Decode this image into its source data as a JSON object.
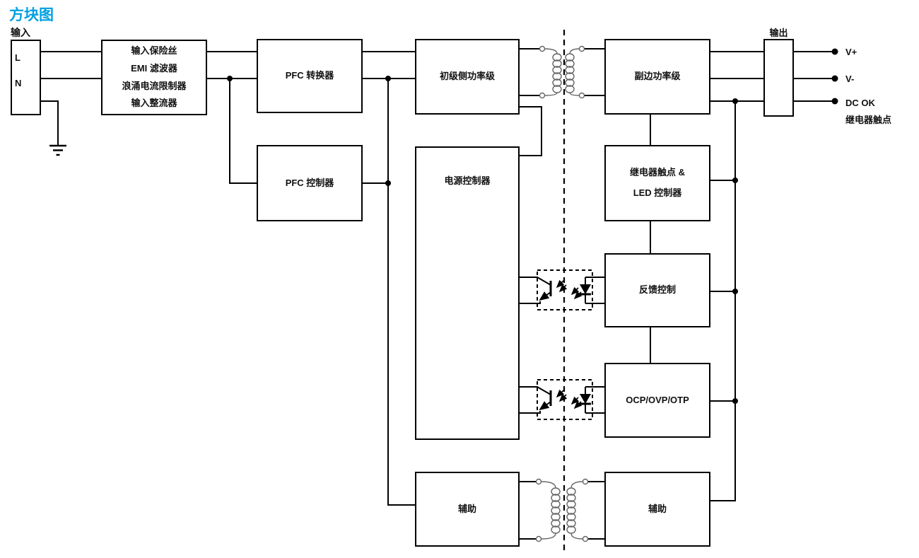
{
  "title": "方块图",
  "colors": {
    "accent": "#00A0E0",
    "line": "#000000"
  },
  "input": {
    "label": "输入",
    "terminal_l": "L",
    "terminal_n": "N"
  },
  "blocks": {
    "input_stage": {
      "lines": [
        "输入保险丝",
        "EMI 滤波器",
        "浪涌电流限制器",
        "输入整流器"
      ]
    },
    "pfc_converter": {
      "label": "PFC 转换器"
    },
    "pfc_controller": {
      "label": "PFC 控制器"
    },
    "primary_power_stage": {
      "label": "初级侧功率级"
    },
    "power_controller": {
      "label": "电源控制器"
    },
    "secondary_power_stage": {
      "label": "副边功率级"
    },
    "relay_led_controller": {
      "lines": [
        "继电器触点 &",
        "LED 控制器"
      ]
    },
    "feedback_control": {
      "label": "反馈控制"
    },
    "protection": {
      "label": "OCP/OVP/OTP"
    },
    "aux_primary": {
      "label": "辅助"
    },
    "aux_secondary": {
      "label": "辅助"
    }
  },
  "output": {
    "label": "输出",
    "v_plus": "V+",
    "v_minus": "V-",
    "dc_ok": "DC OK",
    "dc_ok_line2": "继电器触点"
  }
}
